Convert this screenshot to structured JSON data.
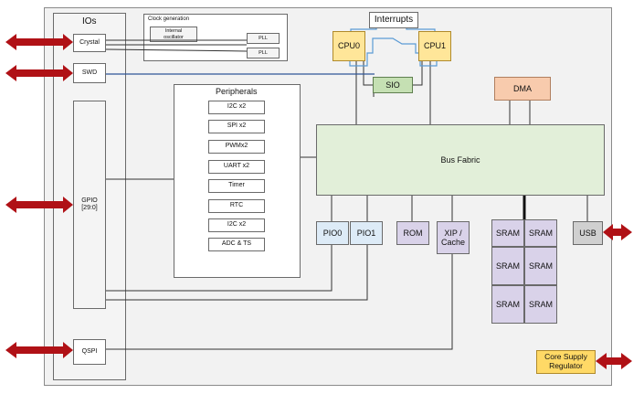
{
  "ios": {
    "title": "IOs",
    "crystal": "Crystal",
    "swd": "SWD",
    "gpio": "GPIO\n[29:0]",
    "qspi": "QSPI"
  },
  "clock": {
    "title": "Clock generation",
    "osc": "Internal\noscillator",
    "pll1": "PLL",
    "pll2": "PLL"
  },
  "interrupts": "Interrupts",
  "cpu0": "CPU0",
  "cpu1": "CPU1",
  "sio": "SIO",
  "dma": "DMA",
  "peripherals": {
    "title": "Peripherals",
    "items": [
      "I2C x2",
      "SPI x2",
      "PWMx2",
      "UART x2",
      "Timer",
      "RTC",
      "I2C x2",
      "ADC & TS"
    ]
  },
  "bus_fabric": "Bus Fabric",
  "pio0": "PIO0",
  "pio1": "PIO1",
  "rom": "ROM",
  "xip": "XIP /\nCache",
  "sram": [
    "SRAM",
    "SRAM",
    "SRAM",
    "SRAM",
    "SRAM",
    "SRAM"
  ],
  "usb": "USB",
  "regulator": "Core Supply\nRegulator",
  "colors": {
    "arrow": "#b01116",
    "cpu": "#ffe699",
    "sio": "#c5e0b3",
    "dma": "#f8cbad",
    "bus": "#e2efd9",
    "pio": "#ddebf7",
    "mem": "#d9d2e9",
    "usb": "#d0d0d0",
    "reg": "#ffd966"
  }
}
